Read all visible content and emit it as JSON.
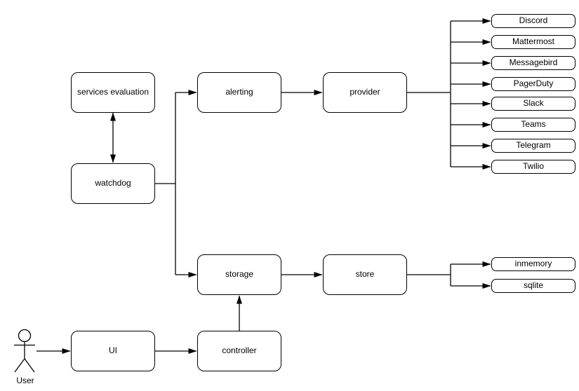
{
  "diagram": {
    "colors": {
      "stroke": "#000000",
      "background": "#ffffff"
    },
    "nodes": {
      "services_evaluation": {
        "label": "services evaluation"
      },
      "watchdog": {
        "label": "watchdog"
      },
      "alerting": {
        "label": "alerting"
      },
      "provider": {
        "label": "provider"
      },
      "storage": {
        "label": "storage"
      },
      "store": {
        "label": "store"
      },
      "ui": {
        "label": "UI"
      },
      "controller": {
        "label": "controller"
      },
      "user": {
        "label": "User"
      }
    },
    "providers": [
      "Discord",
      "Mattermost",
      "Messagebird",
      "PagerDuty",
      "Slack",
      "Teams",
      "Telegram",
      "Twilio"
    ],
    "stores": [
      "inmemory",
      "sqlite"
    ]
  }
}
